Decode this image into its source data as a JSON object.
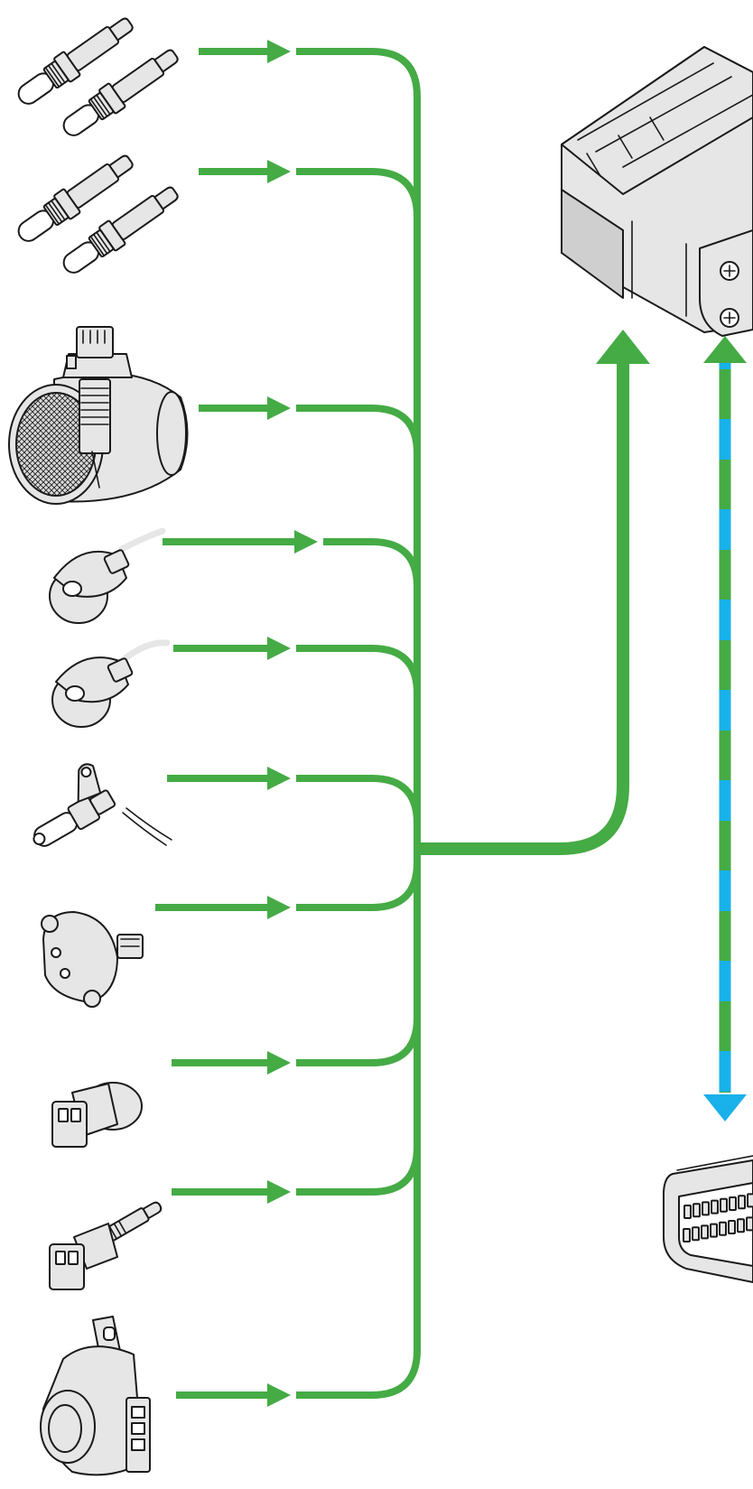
{
  "colors": {
    "signal": "#45ab45",
    "data_link": "#19b1ea",
    "component_fill": "#e6e6e6",
    "component_stroke": "#1a1a1a",
    "background": "#ffffff"
  },
  "sensors": [
    {
      "id": "lambda-sensor-pair-1",
      "icon": "lambda-sensor-icon"
    },
    {
      "id": "lambda-sensor-pair-2",
      "icon": "lambda-sensor-icon"
    },
    {
      "id": "air-mass-meter",
      "icon": "air-mass-meter-icon"
    },
    {
      "id": "knock-sensor-1",
      "icon": "knock-sensor-icon"
    },
    {
      "id": "knock-sensor-2",
      "icon": "knock-sensor-icon"
    },
    {
      "id": "engine-speed-sensor",
      "icon": "speed-sensor-icon"
    },
    {
      "id": "hall-sensor",
      "icon": "hall-sensor-icon"
    },
    {
      "id": "temperature-sensor-1",
      "icon": "temperature-sensor-icon"
    },
    {
      "id": "temperature-sensor-2",
      "icon": "temperature-sensor-icon"
    },
    {
      "id": "throttle-position-sensor",
      "icon": "throttle-sensor-icon"
    }
  ],
  "control_unit": {
    "icon": "ecu-icon"
  },
  "diagnostic_connector": {
    "icon": "obd-connector-icon"
  },
  "links": {
    "sensor_to_bus": "single-direction",
    "bus_to_control_unit": "single-direction",
    "control_unit_to_diagnostic": "bi-directional"
  }
}
